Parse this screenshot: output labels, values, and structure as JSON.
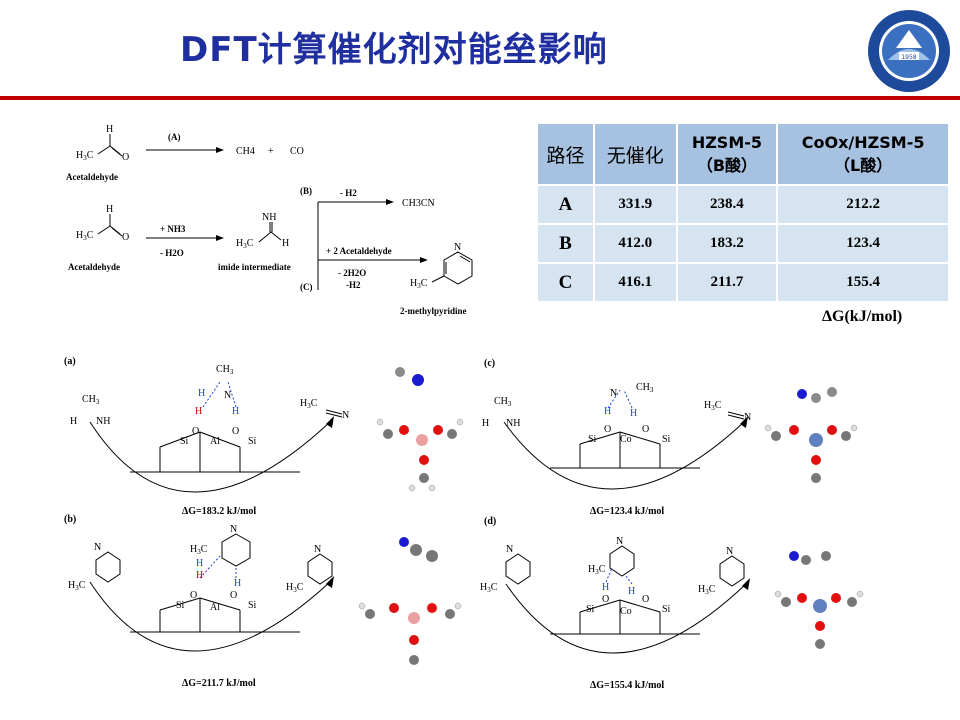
{
  "title": "DFT计算催化剂对能垒影响",
  "scheme": {
    "acetaldehyde_1": "Acetaldehyde",
    "acetaldehyde_2": "Acetaldehyde",
    "imide": "imide intermediate",
    "methylpyridine": "2-methylpyridine",
    "path_a": "(A)",
    "path_b": "(B)",
    "path_c": "(C)",
    "reagent_nh3": "+ NH3",
    "reagent_h2o": "- H2O",
    "reagent_h2": "- H2",
    "reagent_acet": "+ 2 Acetaldehyde",
    "reagent_2h2o": "- 2H2O",
    "reagent_h2b": "-H2",
    "prod_ch4": "CH4",
    "prod_plus": "+",
    "prod_co": "CO",
    "prod_ch3cn": "CH3CN"
  },
  "table": {
    "headers": [
      {
        "line1": "路径",
        "line2": ""
      },
      {
        "line1": "无催化",
        "line2": ""
      },
      {
        "line1": "HZSM-5",
        "line2": "（B酸）"
      },
      {
        "line1": "CoOx/HZSM-5",
        "line2": "（L酸）"
      }
    ],
    "rows": [
      {
        "path": "A",
        "values": [
          "331.9",
          "238.4",
          "212.2"
        ]
      },
      {
        "path": "B",
        "values": [
          "412.0",
          "183.2",
          "123.4"
        ]
      },
      {
        "path": "C",
        "values": [
          "416.1",
          "211.7",
          "155.4"
        ]
      }
    ],
    "unit": "ΔG(kJ/mol)"
  },
  "panels": {
    "a": {
      "label": "(a)",
      "dg": "ΔG=183.2 kJ/mol"
    },
    "b": {
      "label": "(b)",
      "dg": "ΔG=211.7 kJ/mol"
    },
    "c": {
      "label": "(c)",
      "dg": "ΔG=123.4 kJ/mol"
    },
    "d": {
      "label": "(d)",
      "dg": "ΔG=155.4 kJ/mol"
    }
  },
  "colors": {
    "title": "#1f2fa0",
    "bar": "#c00000",
    "header": "#a7c2e0",
    "cell": "#d6e3f1"
  }
}
